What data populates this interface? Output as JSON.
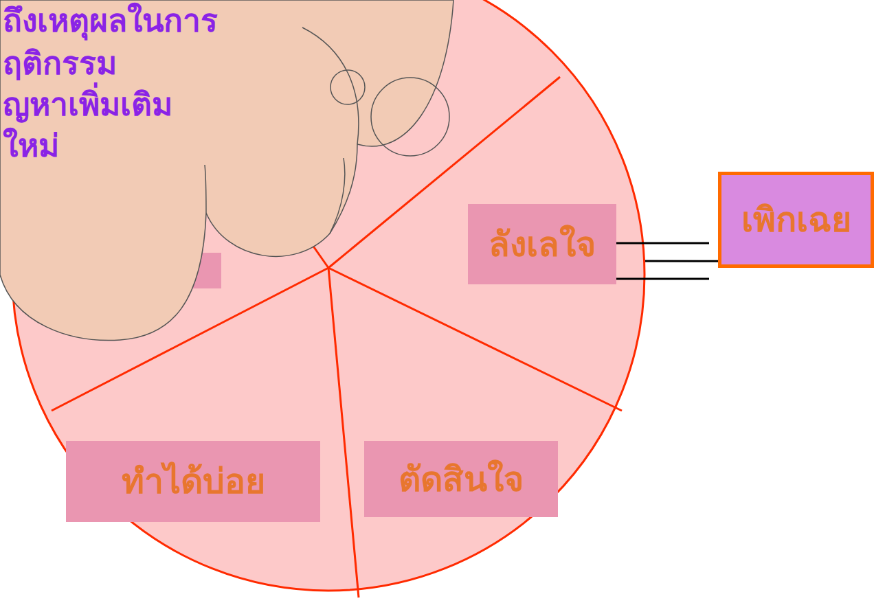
{
  "diagram": {
    "nodes": [
      {
        "text": [
          "ถึงเหตุผลในการ",
          "ฤติกรรม",
          "ญหาเพิ่มเติม",
          "ใหม่"
        ]
      },
      {
        "text": [
          "ลังเลใจ"
        ]
      },
      {
        "text": [
          "ตัดสินใจ"
        ]
      },
      {
        "text": [
          "ทำได้บ่อย"
        ]
      },
      {
        "text": [
          "เพิกเฉย"
        ]
      }
    ],
    "edges": [
      {
        "from": 0,
        "to": 1,
        "arrow": "to"
      },
      {
        "from": 1,
        "to": 2,
        "arrow": "to"
      },
      {
        "from": 2,
        "to": 3,
        "arrow": "to"
      },
      {
        "from": 3,
        "to": 0,
        "arrow": "none"
      },
      {
        "from": 4,
        "to": 1,
        "arrow": "to"
      }
    ]
  }
}
